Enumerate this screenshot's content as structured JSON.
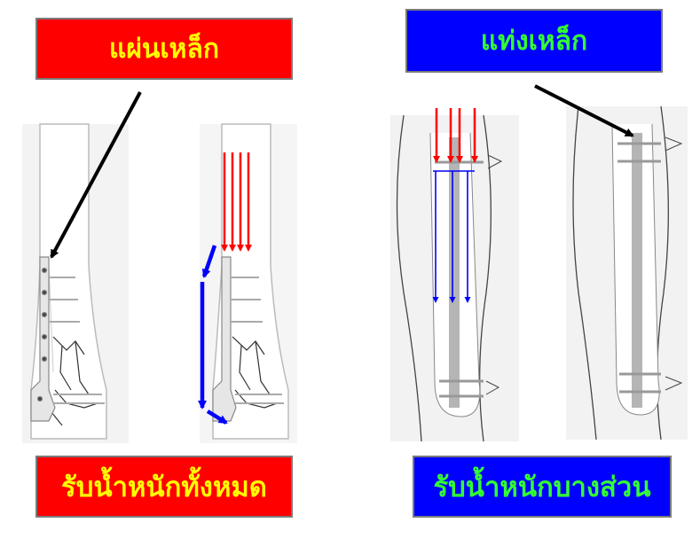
{
  "labels": {
    "plate": "แผ่นเหล็ก",
    "rod": "แท่งเหล็ก",
    "full_load": "รับน้ำหนักทั้งหมด",
    "partial_load": "รับน้ำหนักบางส่วน"
  },
  "colors": {
    "red_box": "#ff0000",
    "blue_box": "#0000ff",
    "yellow_text": "#ffff00",
    "green_text": "#33ff33",
    "load_arrow": "#ff0000",
    "transfer_arrow": "#0000ff",
    "pointer_arrow": "#000000"
  }
}
